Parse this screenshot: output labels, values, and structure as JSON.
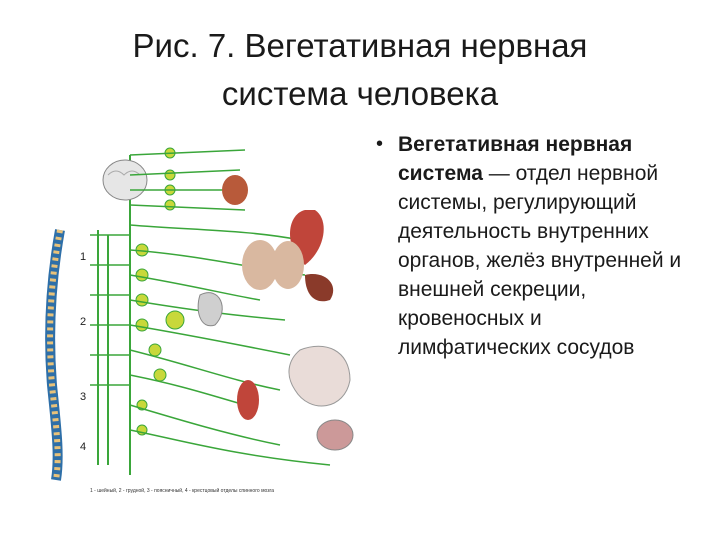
{
  "slide": {
    "title_line1": "Рис. 7. Вегетативная нервная",
    "title_line2": "система человека",
    "bullet": {
      "marker": "•",
      "term": "Вегетативная нервная система",
      "text": " — отдел нервной системы, регулирующий деятельность внутренних органов, желёз внутренней и внешней секреции, кровеносных и лимфатических сосудов"
    }
  },
  "figure": {
    "spine_numbers": [
      "1",
      "2",
      "3",
      "4"
    ],
    "caption": "1 - шейный, 2 - грудной, 3 - поясничный, 4 - крестцовый отделы спинного мозга",
    "colors": {
      "nerve": "#3aa63a",
      "ganglion": "#c8d83a",
      "organ": "#b85a3a",
      "heart": "#c0453a",
      "lung": "#d9b8a0",
      "spine": "#2e6fa8",
      "vertebra": "#e8c27a"
    }
  }
}
